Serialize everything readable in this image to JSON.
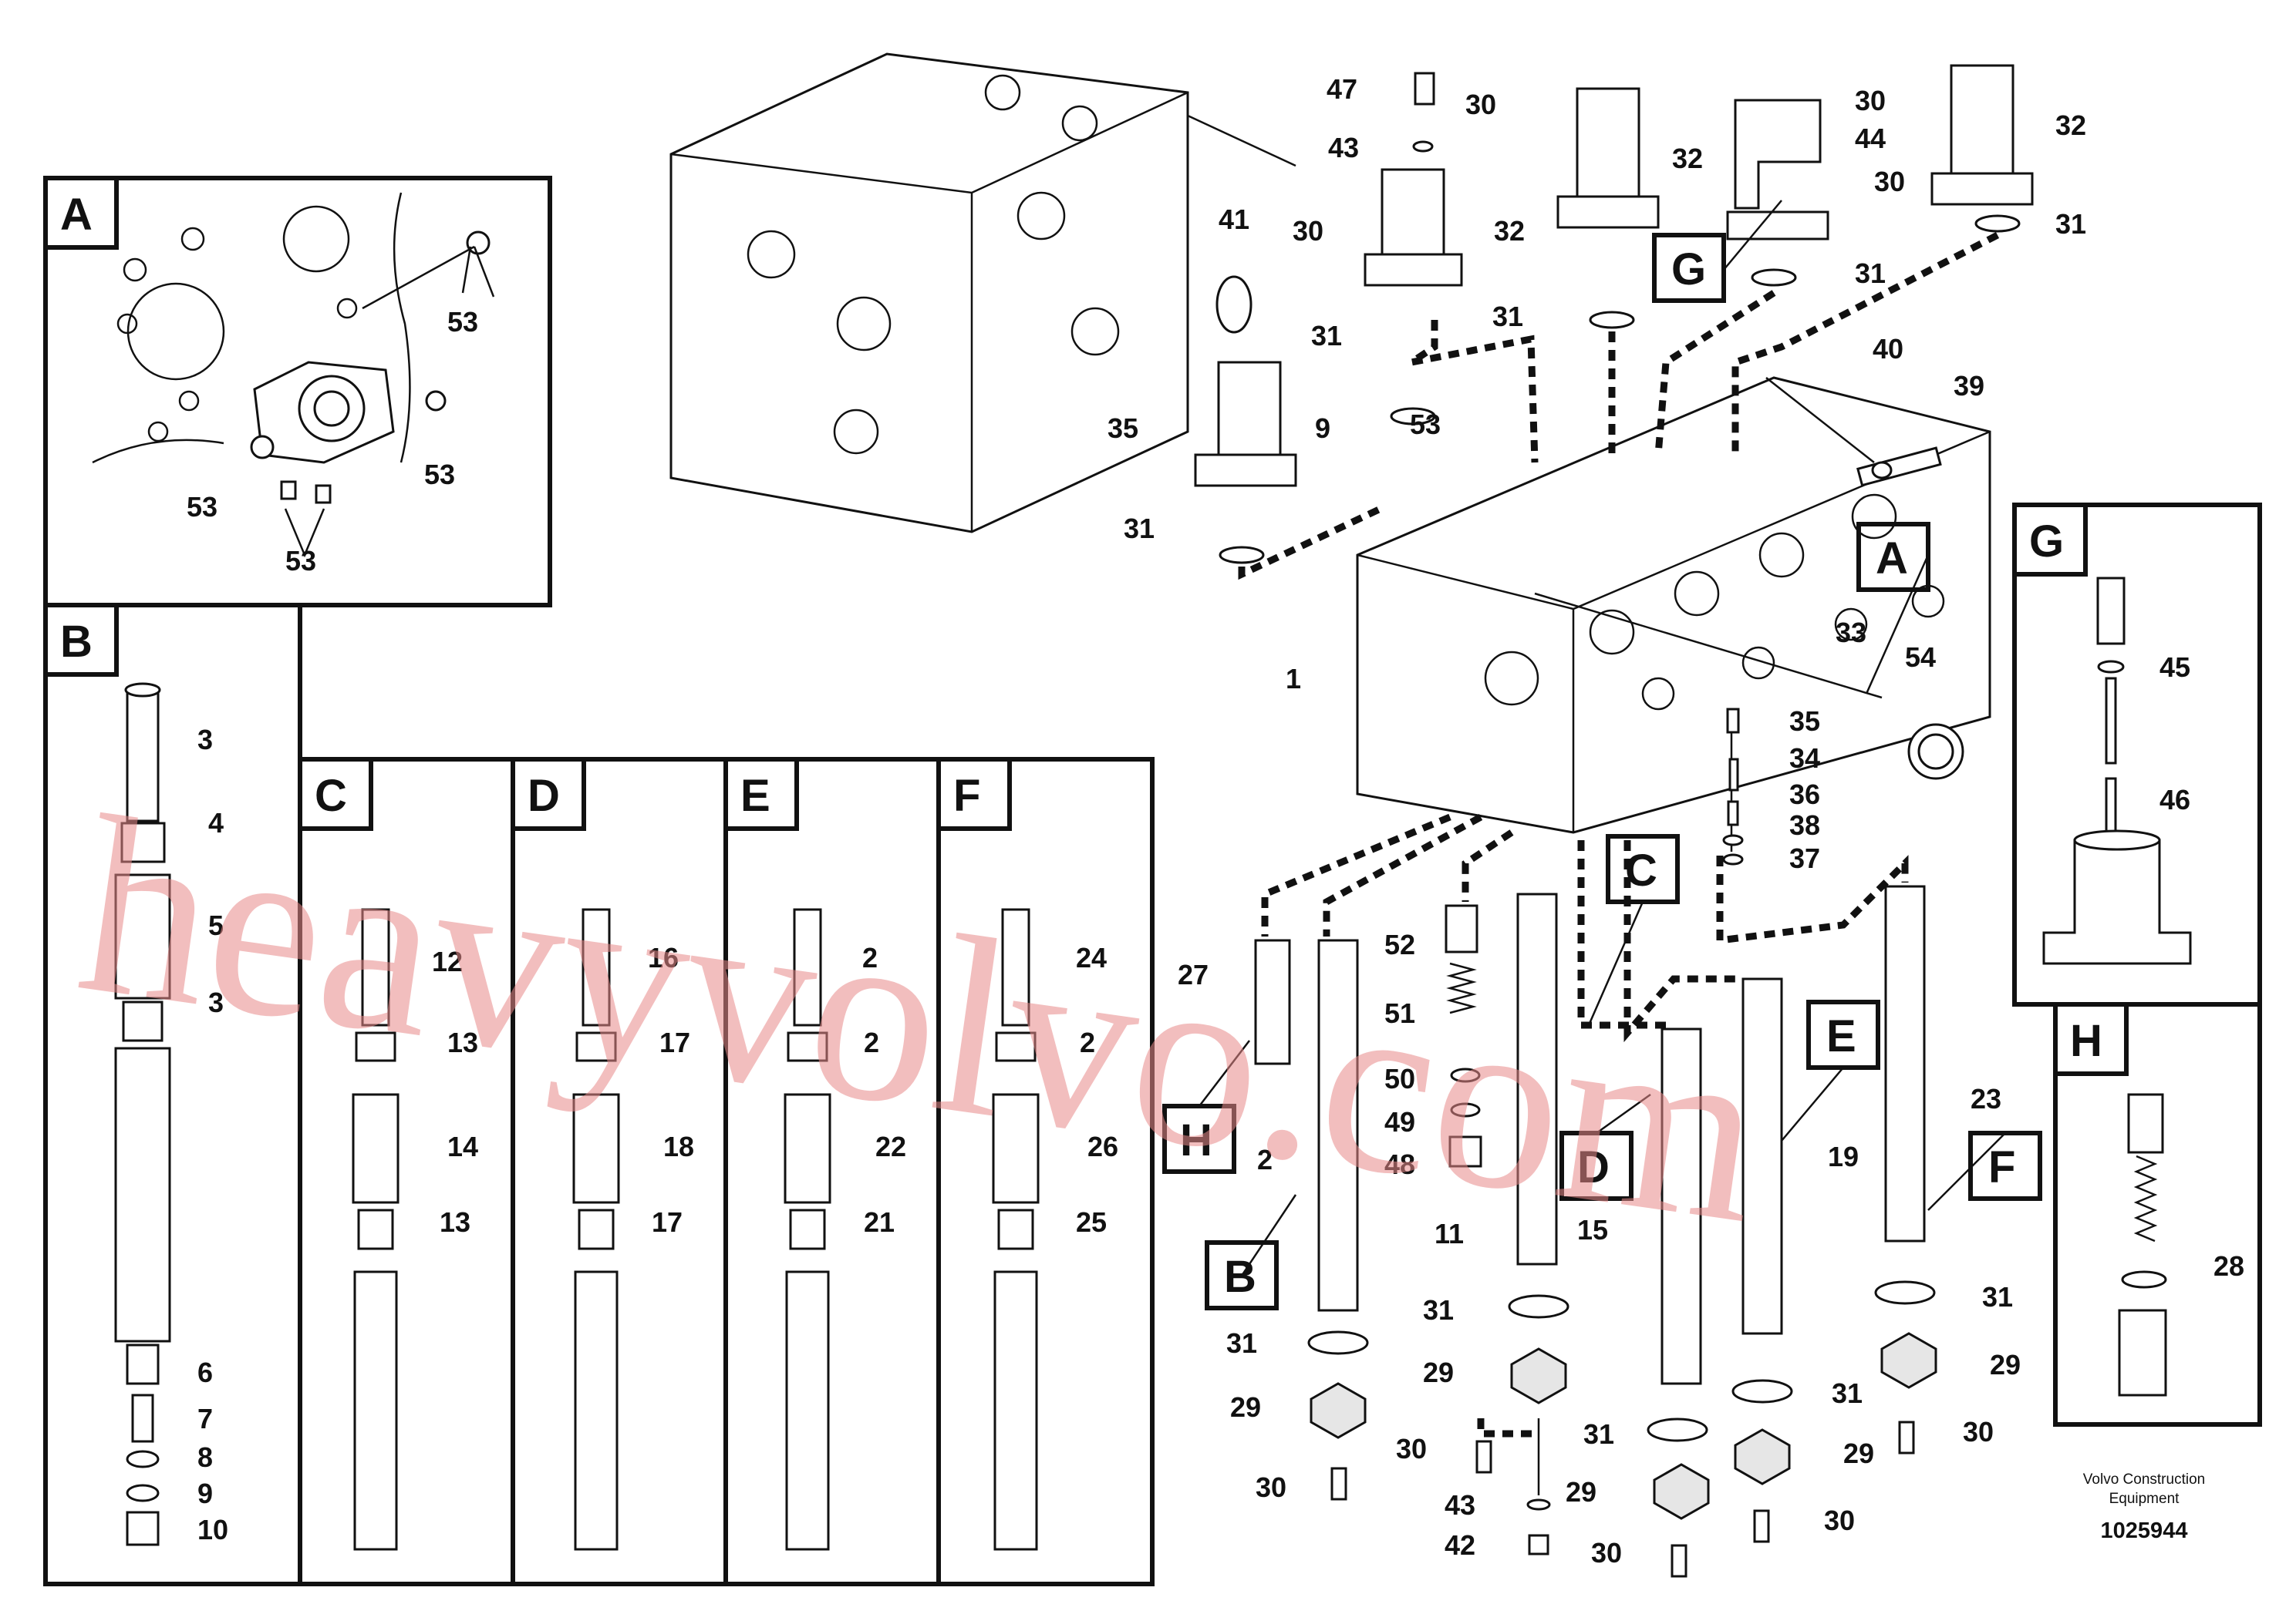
{
  "panels": {
    "A": "A",
    "B": "B",
    "C": "C",
    "D": "D",
    "E": "E",
    "F": "F",
    "G": "G",
    "H": "H"
  },
  "callouts": {
    "main_A": "A",
    "main_B": "B",
    "main_C": "C",
    "main_D": "D",
    "main_E": "E",
    "main_F": "F",
    "main_G": "G",
    "main_H": "H"
  },
  "labels": {
    "a53_1": "53",
    "a53_2": "53",
    "a53_3": "53",
    "a53_4": "53",
    "b3_1": "3",
    "b4": "4",
    "b5": "5",
    "b3_2": "3",
    "b6": "6",
    "b7": "7",
    "b8": "8",
    "b9": "9",
    "b10": "10",
    "c12": "12",
    "c13_1": "13",
    "c14": "14",
    "c13_2": "13",
    "d16": "16",
    "d17_1": "17",
    "d18": "18",
    "d17_2": "17",
    "e20": "2",
    "e21_1": "2",
    "e22": "22",
    "e21_2": "21",
    "f24": "24",
    "f25_1": "2",
    "f26": "26",
    "f25_2": "25",
    "g45": "45",
    "g46": "46",
    "h28": "28",
    "m47": "47",
    "m43a": "43",
    "m30a": "30",
    "m32a": "32",
    "m31a": "31",
    "m30b": "30",
    "m32b": "32",
    "m31b": "31",
    "m44": "44",
    "m30c": "30",
    "m31c": "31",
    "m30d": "30",
    "m32c": "32",
    "m31d": "31",
    "m41": "41",
    "m35": "35",
    "m9": "9",
    "m31e": "31",
    "m53": "53",
    "m40": "40",
    "m39": "39",
    "m1": "1",
    "m33": "33",
    "m54": "54",
    "m35b": "35",
    "m34": "34",
    "m36": "36",
    "m38": "38",
    "m37": "37",
    "m27": "27",
    "m52": "52",
    "m51": "51",
    "m50": "50",
    "m49": "49",
    "m48": "48",
    "m2": "2",
    "m11": "11",
    "m15": "15",
    "m19": "19",
    "m23": "23",
    "m31f": "31",
    "m31g": "31",
    "m31h": "31",
    "m31i": "31",
    "m31j": "31",
    "m29a": "29",
    "m29b": "29",
    "m29c": "29",
    "m29d": "29",
    "m29e": "29",
    "m30e": "30",
    "m30f": "30",
    "m30g": "30",
    "m30h": "30",
    "m30i": "30",
    "m43b": "43",
    "m42": "42"
  },
  "watermark": "heavyvolvo.com",
  "footer": {
    "company_line1": "Volvo Construction",
    "company_line2": "Equipment",
    "drawing_number": "1025944"
  }
}
